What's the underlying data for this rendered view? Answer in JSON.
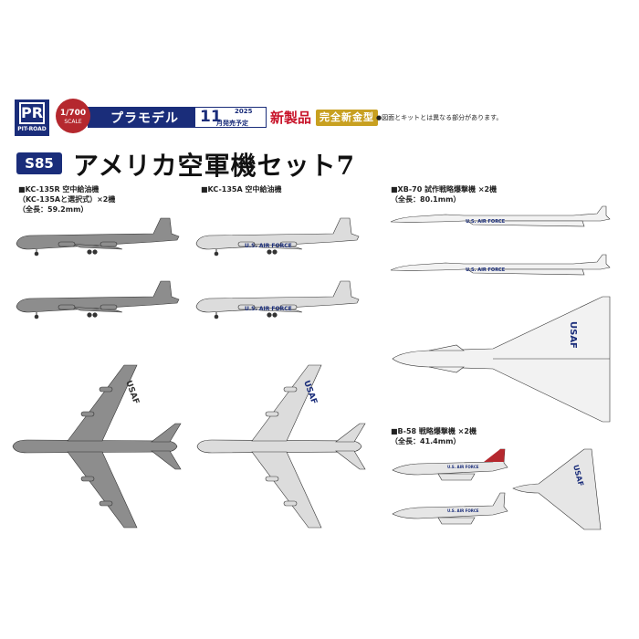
{
  "header": {
    "logo_text": "PR",
    "logo_sub": "PIT-ROAD",
    "scale": "1/700",
    "scale_sub": "SCALE",
    "category": "プラモデル",
    "month": "11",
    "year": "2025",
    "release": "月発売予定",
    "new_product": "新製品",
    "new_mold": "完全新金型",
    "note": "●図面とキットとは異なる部分があります。"
  },
  "product": {
    "code": "S85",
    "title": "アメリカ空軍機セット7"
  },
  "aircraft": [
    {
      "lines": [
        "■KC-135R 空中給油機",
        "（KC-135Aと選択式）×2機",
        "（全長：59.2mm）"
      ]
    },
    {
      "lines": [
        "■KC-135A 空中給油機"
      ]
    },
    {
      "lines": [
        "■XB-70 試作戦略爆撃機 ×2機",
        "（全長：80.1mm）"
      ]
    },
    {
      "lines": [
        "■B-58 戦略爆撃機 ×2機",
        "（全長：41.4mm）"
      ]
    }
  ],
  "markings": {
    "usaf": "USAF",
    "us_air_force": "U.S. AIR FORCE"
  },
  "colors": {
    "navy": "#1a2d7a",
    "red": "#b5282e",
    "gold": "#c8a020",
    "kc135r_gray": "#8d8d8d",
    "kc135a_silver": "#dcdcdc"
  }
}
